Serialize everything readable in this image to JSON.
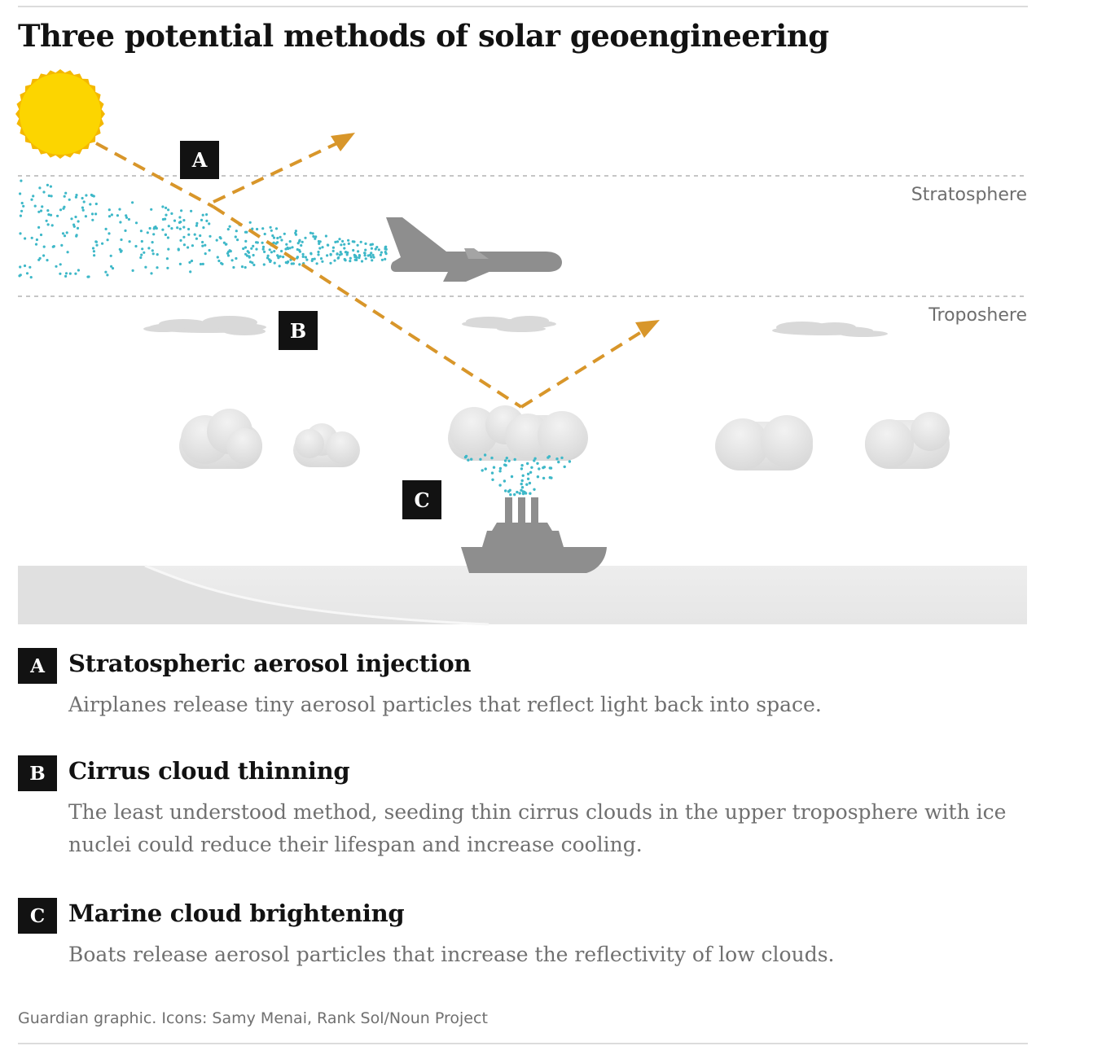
{
  "title": "Three potential methods of solar geoengineering",
  "layers": {
    "stratosphere": "Stratosphere",
    "troposphere": "Troposhere"
  },
  "markers": {
    "a": "A",
    "b": "B",
    "c": "C"
  },
  "colors": {
    "arrow": "#d8962a",
    "particles": "#3eb8c8",
    "sun": "#fcd500",
    "sun_edge": "#f4b800",
    "aircraft": "#8e8e8e",
    "cloud": "#e2e2e2",
    "ground": "#ebebeb",
    "badge": "#121212"
  },
  "icons": [
    "sun-icon",
    "airplane-icon",
    "ship-icon",
    "cloud-icon",
    "cirrus-cloud-icon"
  ],
  "methods": [
    {
      "letter": "A",
      "title": "Stratospheric aerosol injection",
      "description": "Airplanes release tiny aerosol particles that reflect light back into space."
    },
    {
      "letter": "B",
      "title": "Cirrus cloud thinning",
      "description": "The least understood method, seeding thin cirrus clouds in the upper troposphere with ice nuclei could reduce their lifespan and increase cooling."
    },
    {
      "letter": "C",
      "title": "Marine cloud brightening",
      "description": "Boats release aerosol particles that increase the reflectivity of low clouds."
    }
  ],
  "credit": "Guardian graphic. Icons: Samy Menai, Rank Sol/Noun Project"
}
